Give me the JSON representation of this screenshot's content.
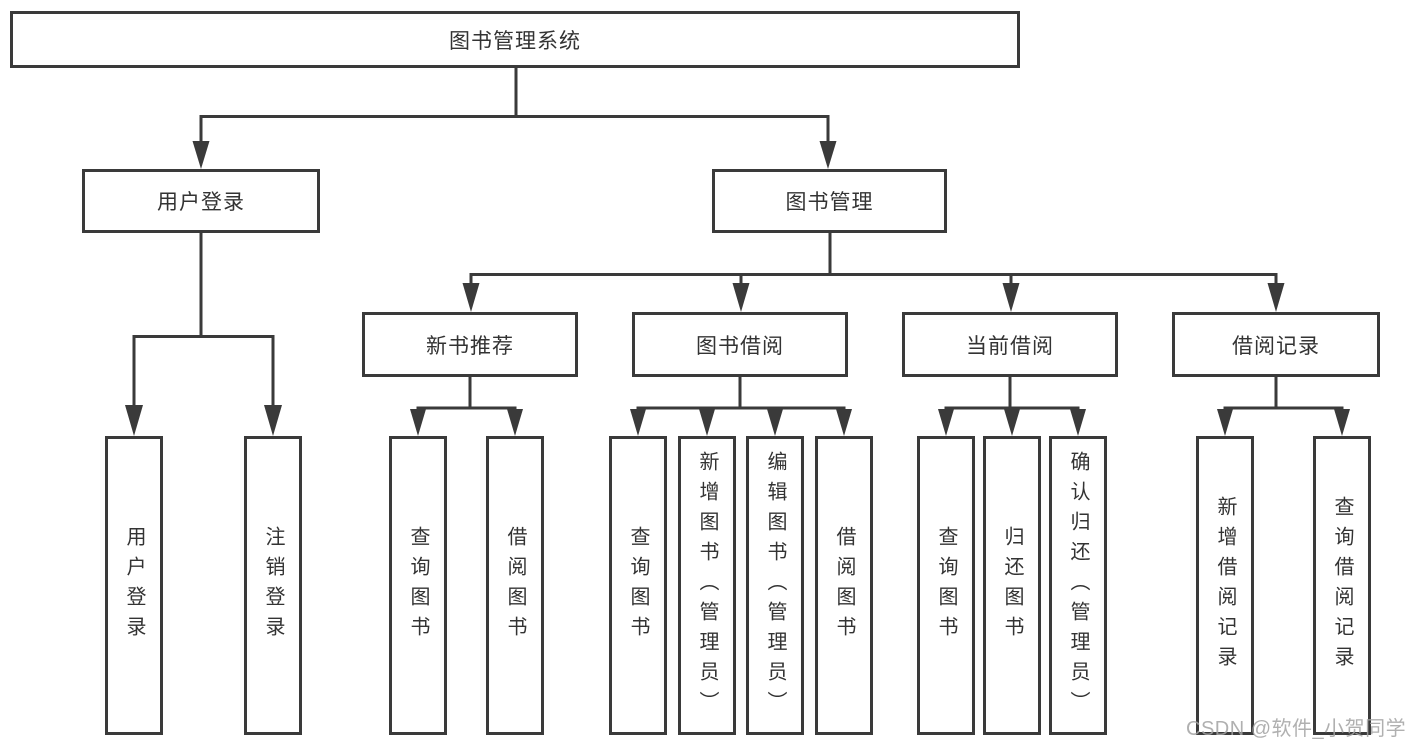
{
  "diagram": {
    "root": {
      "label": "图书管理系统"
    },
    "children": [
      {
        "label": "用户登录",
        "children": [
          {
            "label": "用户登录"
          },
          {
            "label": "注销登录"
          }
        ]
      },
      {
        "label": "图书管理",
        "children": [
          {
            "label": "新书推荐",
            "children": [
              {
                "label": "查询图书"
              },
              {
                "label": "借阅图书"
              }
            ]
          },
          {
            "label": "图书借阅",
            "children": [
              {
                "label": "查询图书"
              },
              {
                "label": "新增图书（管理员）"
              },
              {
                "label": "编辑图书（管理员）"
              },
              {
                "label": "借阅图书"
              }
            ]
          },
          {
            "label": "当前借阅",
            "children": [
              {
                "label": "查询图书"
              },
              {
                "label": "归还图书"
              },
              {
                "label": "确认归还（管理员）"
              }
            ]
          },
          {
            "label": "借阅记录",
            "children": [
              {
                "label": "新增借阅记录"
              },
              {
                "label": "查询借阅记录"
              }
            ]
          }
        ]
      }
    ]
  },
  "watermark": {
    "text": "CSDN @软件_小贺同学"
  },
  "colors": {
    "line": "#3a3a3a",
    "text": "#333333",
    "background": "#ffffff",
    "watermark": "#a3a3a3"
  }
}
